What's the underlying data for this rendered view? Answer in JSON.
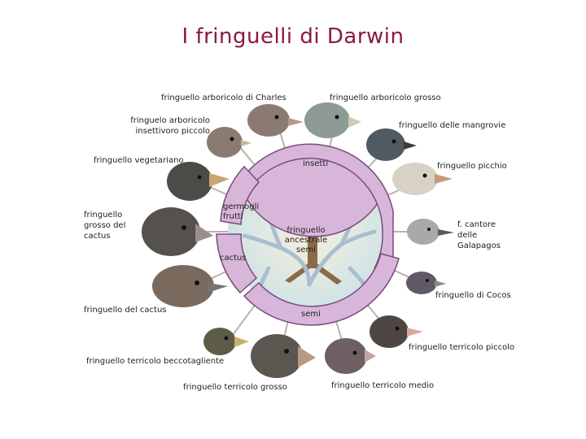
{
  "title": "I fringuelli di Darwin",
  "center_label": "fringuello ancestrale semi",
  "ring_sectors": {
    "insetti": "insetti",
    "germogli": "germogli frutti",
    "cactus": "cactus",
    "semi": "semi"
  },
  "finches": [
    {
      "id": "charles",
      "label": "fringuello arboricolo di Charles",
      "color": "#8a7a72"
    },
    {
      "id": "grosso_arb",
      "label": "fringuello arboricolo grosso",
      "color": "#8e9a95"
    },
    {
      "id": "insettivoro",
      "label": "fringuelo arboricolo insettivoro piccolo",
      "color": "#8a7a70"
    },
    {
      "id": "mangrovie",
      "label": "fringuello delle mangrovie",
      "color": "#4f5a62"
    },
    {
      "id": "vegetariano",
      "label": "fringuello vegetariano",
      "color": "#4b4b48"
    },
    {
      "id": "picchio",
      "label": "fringuello picchio",
      "color": "#d8d2c4"
    },
    {
      "id": "grosso_cactus",
      "label": "fringuello grosso del cactus",
      "color": "#55514d"
    },
    {
      "id": "cantore",
      "label": "f. cantore delle Galapagos",
      "color": "#a8aaa8"
    },
    {
      "id": "cocos",
      "label": "fringuello di Cocos",
      "color": "#5f5a66"
    },
    {
      "id": "cactus",
      "label": "fringuello del cactus",
      "color": "#7a6a5e"
    },
    {
      "id": "terricolo_piccolo",
      "label": "fringuello terricolo piccolo",
      "color": "#4d4642"
    },
    {
      "id": "beccotagliente",
      "label": "fringuello terricolo beccotagliente",
      "color": "#5d5c48"
    },
    {
      "id": "terricolo_grosso",
      "label": "fringuello terricolo grosso",
      "color": "#5b5650"
    },
    {
      "id": "terricolo_medio",
      "label": "fringuello terricolo medio",
      "color": "#6e5f62"
    }
  ],
  "colors": {
    "ring": "#d8b4d8",
    "ring_stroke": "#7a4a7a",
    "branch": "#a8b8c8",
    "title": "#8b1a3c",
    "tree": "#4f9a4a"
  }
}
